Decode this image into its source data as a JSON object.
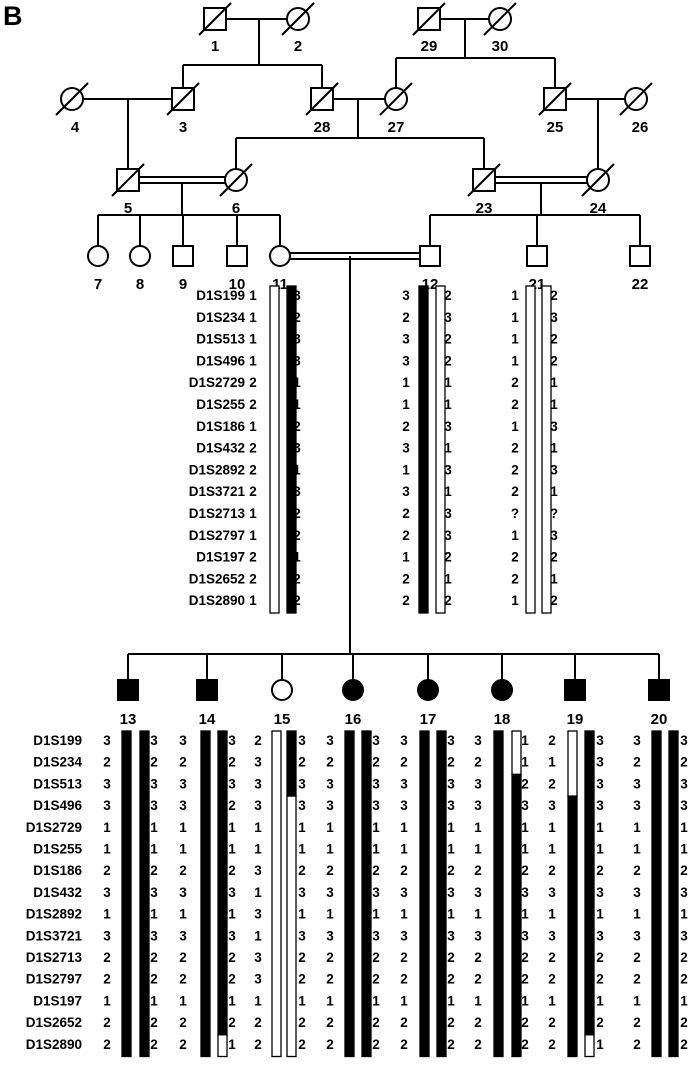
{
  "panel_label": "B",
  "markers": [
    "D1S199",
    "D1S234",
    "D1S513",
    "D1S496",
    "D1S2729",
    "D1S255",
    "D1S186",
    "D1S432",
    "D1S2892",
    "D1S3721",
    "D1S2713",
    "D1S2797",
    "D1S197",
    "D1S2652",
    "D1S2890"
  ],
  "individuals": [
    {
      "id": "1",
      "sex": "male",
      "deceased": true,
      "affected": false
    },
    {
      "id": "2",
      "sex": "female",
      "deceased": true,
      "affected": false
    },
    {
      "id": "29",
      "sex": "male",
      "deceased": true,
      "affected": false
    },
    {
      "id": "30",
      "sex": "female",
      "deceased": true,
      "affected": false
    },
    {
      "id": "4",
      "sex": "female",
      "deceased": true,
      "affected": false
    },
    {
      "id": "3",
      "sex": "male",
      "deceased": true,
      "affected": false
    },
    {
      "id": "28",
      "sex": "male",
      "deceased": true,
      "affected": false
    },
    {
      "id": "27",
      "sex": "female",
      "deceased": true,
      "affected": false
    },
    {
      "id": "25",
      "sex": "male",
      "deceased": true,
      "affected": false
    },
    {
      "id": "26",
      "sex": "female",
      "deceased": true,
      "affected": false
    },
    {
      "id": "5",
      "sex": "male",
      "deceased": true,
      "affected": false
    },
    {
      "id": "6",
      "sex": "female",
      "deceased": true,
      "affected": false
    },
    {
      "id": "23",
      "sex": "male",
      "deceased": true,
      "affected": false
    },
    {
      "id": "24",
      "sex": "female",
      "deceased": true,
      "affected": false
    },
    {
      "id": "7",
      "sex": "female",
      "deceased": false,
      "affected": false
    },
    {
      "id": "8",
      "sex": "female",
      "deceased": false,
      "affected": false
    },
    {
      "id": "9",
      "sex": "male",
      "deceased": false,
      "affected": false
    },
    {
      "id": "10",
      "sex": "male",
      "deceased": false,
      "affected": false
    },
    {
      "id": "11",
      "sex": "female",
      "deceased": false,
      "affected": false
    },
    {
      "id": "12",
      "sex": "male",
      "deceased": false,
      "affected": false
    },
    {
      "id": "21",
      "sex": "male",
      "deceased": false,
      "affected": false
    },
    {
      "id": "22",
      "sex": "male",
      "deceased": false,
      "affected": false
    },
    {
      "id": "13",
      "sex": "male",
      "deceased": false,
      "affected": true
    },
    {
      "id": "14",
      "sex": "male",
      "deceased": false,
      "affected": true
    },
    {
      "id": "15",
      "sex": "female",
      "deceased": false,
      "affected": false
    },
    {
      "id": "16",
      "sex": "female",
      "deceased": false,
      "affected": true
    },
    {
      "id": "17",
      "sex": "female",
      "deceased": false,
      "affected": true
    },
    {
      "id": "18",
      "sex": "female",
      "deceased": false,
      "affected": true
    },
    {
      "id": "19",
      "sex": "male",
      "deceased": false,
      "affected": true
    },
    {
      "id": "20",
      "sex": "male",
      "deceased": false,
      "affected": true
    }
  ],
  "haplotypes": [
    {
      "id": "11",
      "left": [
        "1",
        "1",
        "1",
        "1",
        "2",
        "2",
        "1",
        "2",
        "2",
        "2",
        "1",
        "1",
        "2",
        "2",
        "1"
      ],
      "right": [
        "3",
        "2",
        "3",
        "3",
        "1",
        "1",
        "2",
        "3",
        "1",
        "3",
        "2",
        "2",
        "1",
        "2",
        "2"
      ],
      "left_bar": [
        {
          "from": 0,
          "to": 15,
          "fill": "white"
        }
      ],
      "right_bar": [
        {
          "from": 0,
          "to": 15,
          "fill": "black"
        }
      ]
    },
    {
      "id": "12",
      "left": [
        "3",
        "2",
        "3",
        "3",
        "1",
        "1",
        "2",
        "3",
        "1",
        "3",
        "2",
        "2",
        "1",
        "2",
        "2"
      ],
      "right": [
        "2",
        "3",
        "2",
        "2",
        "1",
        "1",
        "3",
        "1",
        "3",
        "1",
        "3",
        "3",
        "2",
        "1",
        "2"
      ],
      "left_bar": [
        {
          "from": 0,
          "to": 15,
          "fill": "black"
        }
      ],
      "right_bar": [
        {
          "from": 0,
          "to": 15,
          "fill": "white"
        }
      ]
    },
    {
      "id": "21",
      "left": [
        "1",
        "1",
        "1",
        "1",
        "2",
        "2",
        "1",
        "2",
        "2",
        "2",
        "?",
        "1",
        "2",
        "2",
        "1"
      ],
      "right": [
        "2",
        "3",
        "2",
        "2",
        "1",
        "1",
        "3",
        "1",
        "3",
        "1",
        "?",
        "3",
        "2",
        "1",
        "2"
      ],
      "left_bar": [
        {
          "from": 0,
          "to": 15,
          "fill": "white"
        }
      ],
      "right_bar": [
        {
          "from": 0,
          "to": 15,
          "fill": "white"
        }
      ]
    },
    {
      "id": "13",
      "left": [
        "3",
        "2",
        "3",
        "3",
        "1",
        "1",
        "2",
        "3",
        "1",
        "3",
        "2",
        "2",
        "1",
        "2",
        "2"
      ],
      "right": [
        "3",
        "2",
        "3",
        "3",
        "1",
        "1",
        "2",
        "3",
        "1",
        "3",
        "2",
        "2",
        "1",
        "2",
        "2"
      ],
      "left_bar": [
        {
          "from": 0,
          "to": 15,
          "fill": "black"
        }
      ],
      "right_bar": [
        {
          "from": 0,
          "to": 15,
          "fill": "black"
        }
      ]
    },
    {
      "id": "14",
      "left": [
        "3",
        "2",
        "3",
        "3",
        "1",
        "1",
        "2",
        "3",
        "1",
        "3",
        "2",
        "2",
        "1",
        "2",
        "2"
      ],
      "right": [
        "3",
        "2",
        "3",
        "2",
        "1",
        "1",
        "2",
        "3",
        "1",
        "3",
        "2",
        "2",
        "1",
        "2",
        "1"
      ],
      "left_bar": [
        {
          "from": 0,
          "to": 15,
          "fill": "black"
        }
      ],
      "right_bar": [
        {
          "from": 0,
          "to": 14,
          "fill": "black"
        },
        {
          "from": 14,
          "to": 15,
          "fill": "white"
        }
      ]
    },
    {
      "id": "15",
      "left": [
        "2",
        "3",
        "3",
        "3",
        "1",
        "1",
        "3",
        "1",
        "3",
        "1",
        "3",
        "3",
        "1",
        "2",
        "2"
      ],
      "right": [
        "3",
        "2",
        "3",
        "3",
        "1",
        "1",
        "2",
        "3",
        "1",
        "3",
        "2",
        "2",
        "1",
        "2",
        "2"
      ],
      "left_bar": [
        {
          "from": 0,
          "to": 15,
          "fill": "white"
        }
      ],
      "right_bar": [
        {
          "from": 0,
          "to": 3,
          "fill": "black"
        },
        {
          "from": 3,
          "to": 15,
          "fill": "white"
        }
      ]
    },
    {
      "id": "16",
      "left": [
        "3",
        "2",
        "3",
        "3",
        "1",
        "1",
        "2",
        "3",
        "1",
        "3",
        "2",
        "2",
        "1",
        "2",
        "2"
      ],
      "right": [
        "3",
        "2",
        "3",
        "3",
        "1",
        "1",
        "2",
        "3",
        "1",
        "3",
        "2",
        "2",
        "1",
        "2",
        "2"
      ],
      "left_bar": [
        {
          "from": 0,
          "to": 15,
          "fill": "black"
        }
      ],
      "right_bar": [
        {
          "from": 0,
          "to": 15,
          "fill": "black"
        }
      ]
    },
    {
      "id": "17",
      "left": [
        "3",
        "2",
        "3",
        "3",
        "1",
        "1",
        "2",
        "3",
        "1",
        "3",
        "2",
        "2",
        "1",
        "2",
        "2"
      ],
      "right": [
        "3",
        "2",
        "3",
        "3",
        "1",
        "1",
        "2",
        "3",
        "1",
        "3",
        "2",
        "2",
        "1",
        "2",
        "2"
      ],
      "left_bar": [
        {
          "from": 0,
          "to": 15,
          "fill": "black"
        }
      ],
      "right_bar": [
        {
          "from": 0,
          "to": 15,
          "fill": "black"
        }
      ]
    },
    {
      "id": "18",
      "left": [
        "3",
        "2",
        "3",
        "3",
        "1",
        "1",
        "2",
        "3",
        "1",
        "3",
        "2",
        "2",
        "1",
        "2",
        "2"
      ],
      "right": [
        "1",
        "1",
        "2",
        "3",
        "1",
        "1",
        "2",
        "3",
        "1",
        "3",
        "2",
        "2",
        "1",
        "2",
        "2"
      ],
      "left_bar": [
        {
          "from": 0,
          "to": 15,
          "fill": "black"
        }
      ],
      "right_bar": [
        {
          "from": 0,
          "to": 2,
          "fill": "white"
        },
        {
          "from": 2,
          "to": 15,
          "fill": "black"
        }
      ]
    },
    {
      "id": "19",
      "left": [
        "2",
        "1",
        "2",
        "3",
        "1",
        "1",
        "2",
        "3",
        "1",
        "3",
        "2",
        "2",
        "1",
        "2",
        "2"
      ],
      "right": [
        "3",
        "3",
        "3",
        "3",
        "1",
        "1",
        "2",
        "3",
        "1",
        "3",
        "2",
        "2",
        "1",
        "2",
        "1"
      ],
      "left_bar": [
        {
          "from": 0,
          "to": 3,
          "fill": "white"
        },
        {
          "from": 3,
          "to": 15,
          "fill": "black"
        }
      ],
      "right_bar": [
        {
          "from": 0,
          "to": 14,
          "fill": "black"
        },
        {
          "from": 14,
          "to": 15,
          "fill": "white"
        }
      ]
    },
    {
      "id": "20",
      "left": [
        "3",
        "2",
        "3",
        "3",
        "1",
        "1",
        "2",
        "3",
        "1",
        "3",
        "2",
        "2",
        "1",
        "2",
        "2"
      ],
      "right": [
        "3",
        "2",
        "3",
        "3",
        "1",
        "1",
        "2",
        "3",
        "1",
        "3",
        "2",
        "2",
        "1",
        "2",
        "2"
      ],
      "left_bar": [
        {
          "from": 0,
          "to": 15,
          "fill": "black"
        }
      ],
      "right_bar": [
        {
          "from": 0,
          "to": 15,
          "fill": "black"
        }
      ]
    }
  ]
}
